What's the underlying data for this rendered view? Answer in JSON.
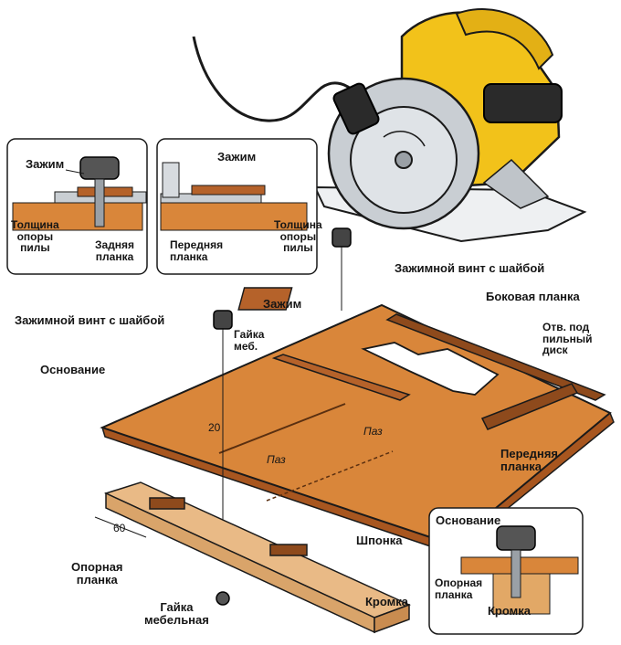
{
  "labels": {
    "clamp_left": "Зажим",
    "thickness_left": "Толщина\nопоры\nпилы",
    "rear_strip": "Задняя\nпланка",
    "clamp_right": "Зажим",
    "front_strip_inset": "Передняя\nпланка",
    "thickness_right": "Толщина\nопоры\nпилы",
    "screw_top": "Зажимной винт с шайбой",
    "clamp_mid": "Зажим",
    "side_strip": "Боковая планка",
    "screw_left": "Зажимной винт с шайбой",
    "nut_furn": "Гайка\nмеб.",
    "blade_hole": "Отв. под\nпильный\nдиск",
    "base": "Основание",
    "dim_20": "20",
    "groove_1": "Паз",
    "groove_2": "Паз",
    "front_strip": "Передняя\nпланка",
    "dim_60": "60",
    "key": "Шпонка",
    "base_inset": "Основание",
    "support_strip": "Опорная\nпланка",
    "support_strip_inset": "Опорная\nпланка",
    "nut_furniture": "Гайка\nмебельная",
    "edge": "Кромка",
    "edge_inset": "Кромка"
  },
  "colors": {
    "wood": "#d9863a",
    "wood_dark": "#b5622a",
    "saw_body": "#f2c21a",
    "metal": "#9aa0a6",
    "outline": "#1a1a1a"
  }
}
